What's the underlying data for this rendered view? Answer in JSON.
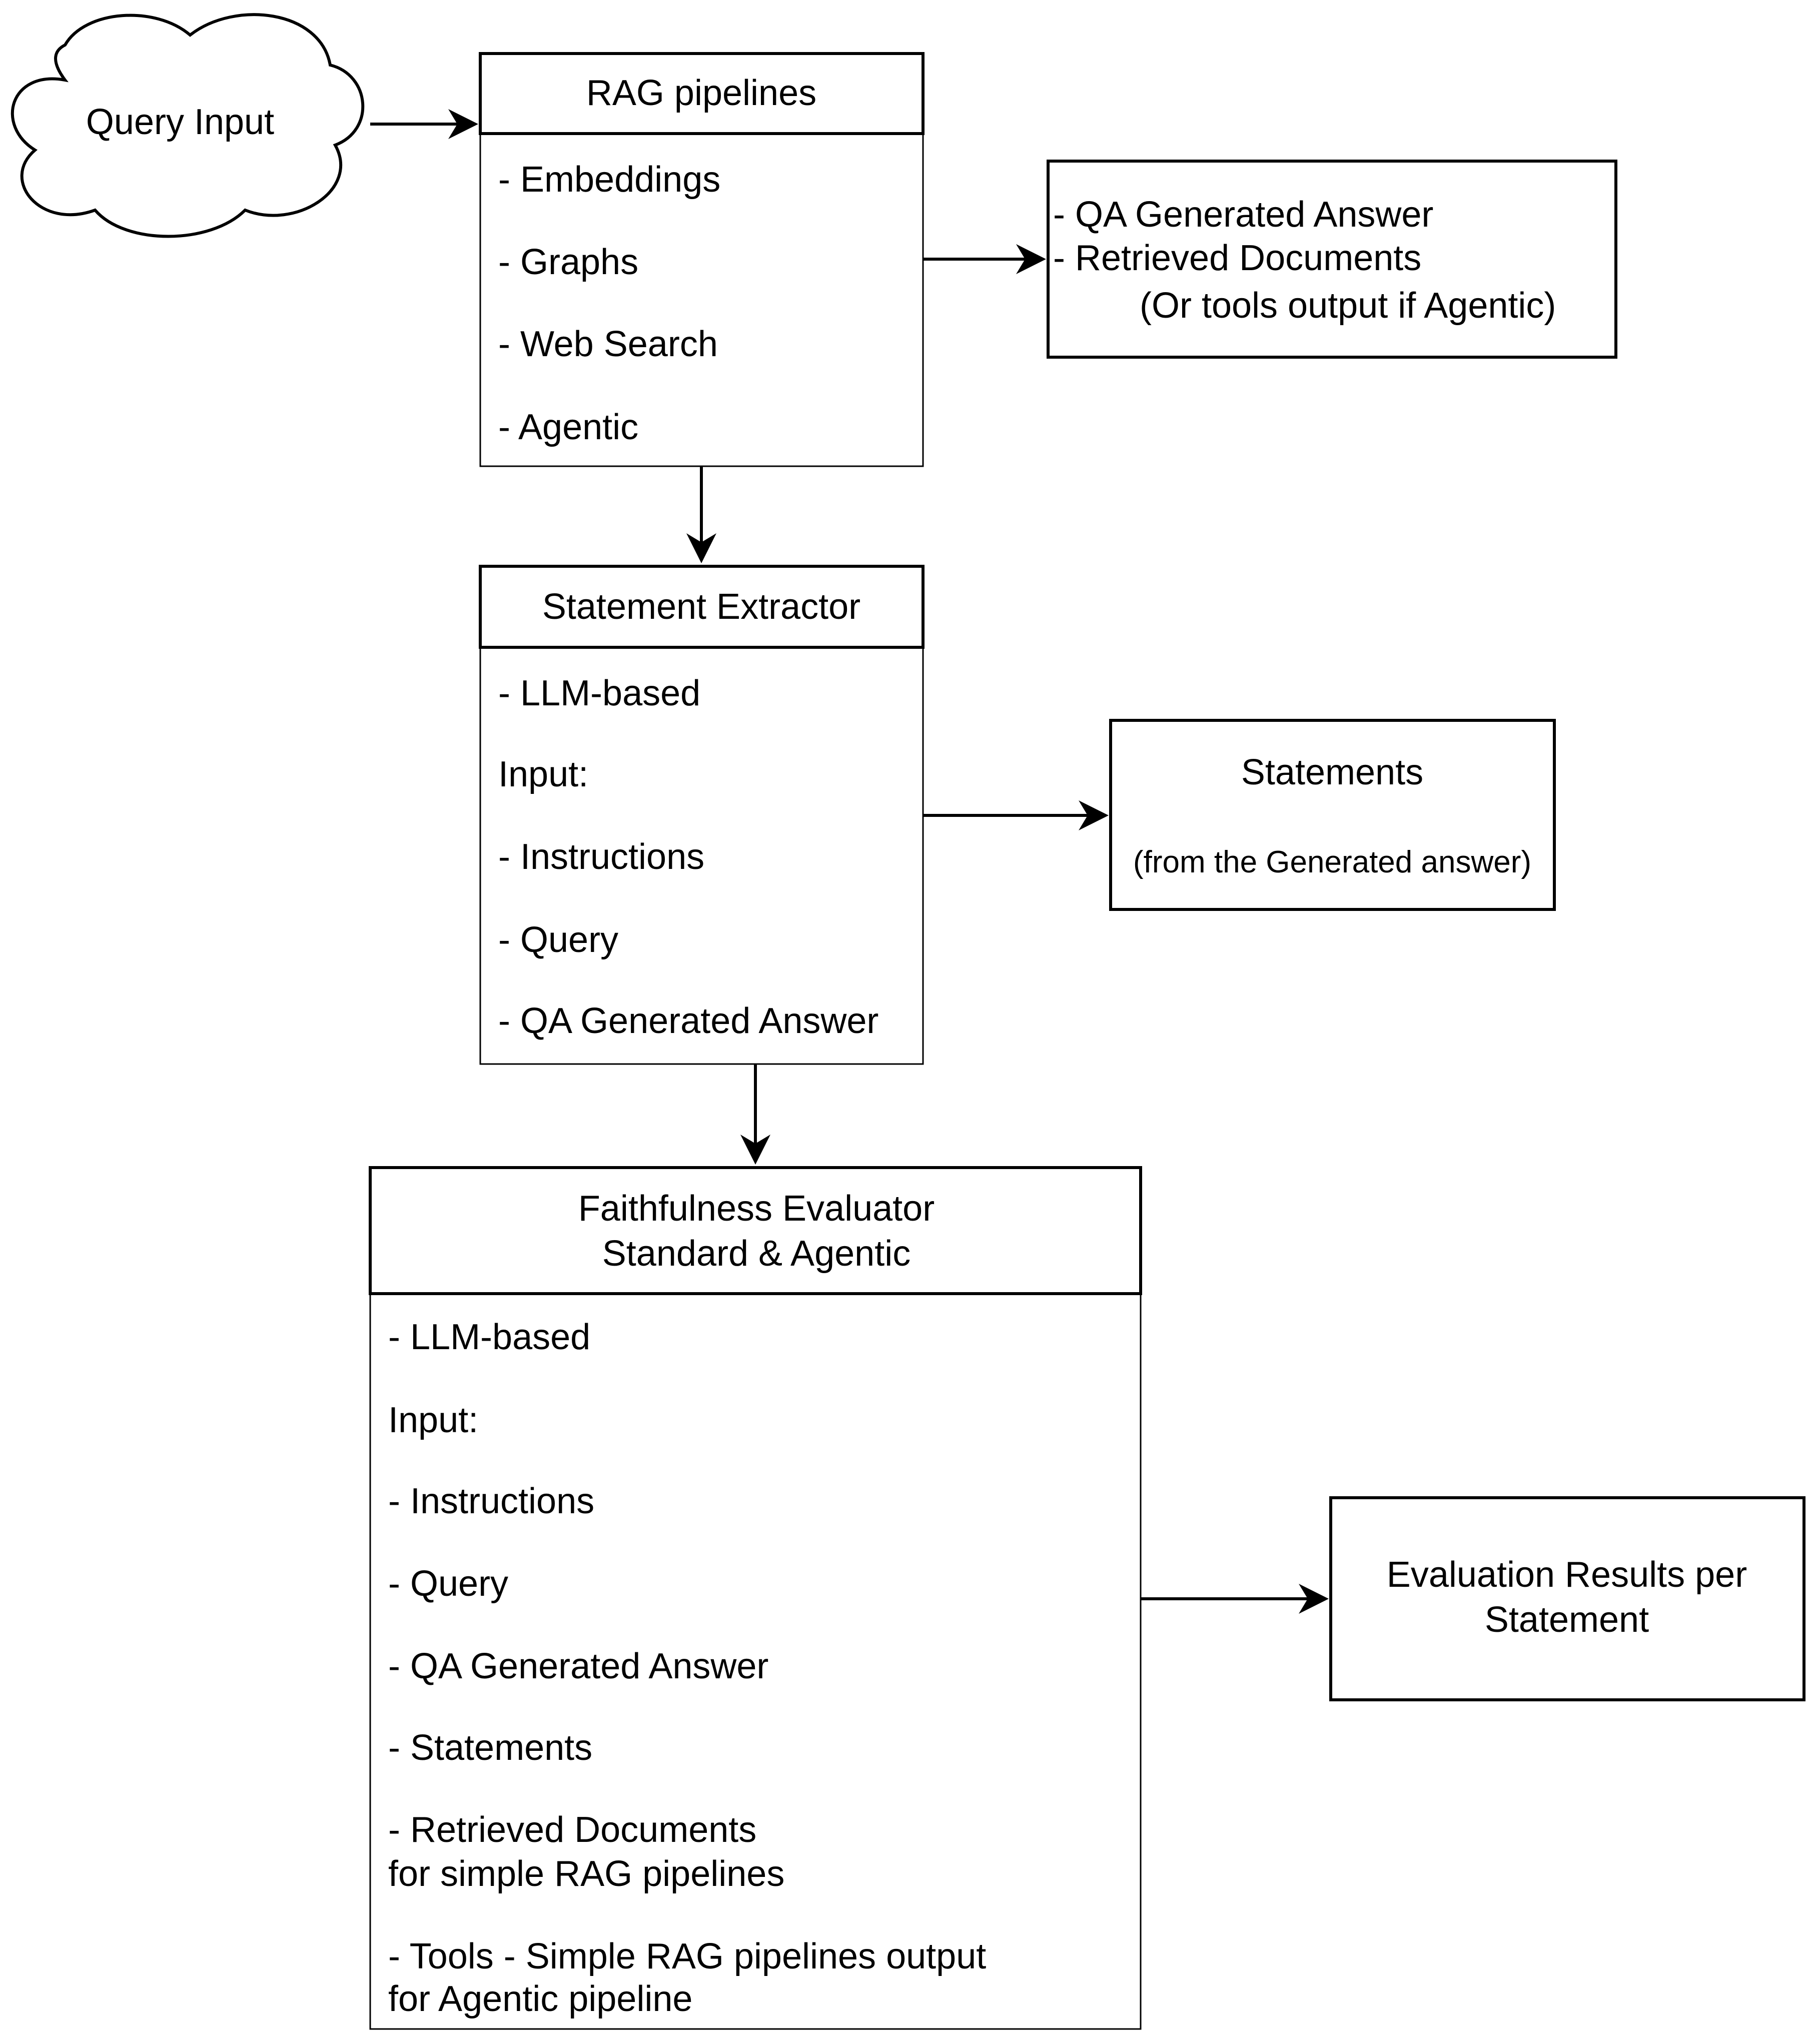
{
  "cloud": {
    "label": "Query Input"
  },
  "rag": {
    "title": "RAG pipelines",
    "items": [
      "- Embeddings",
      "- Graphs",
      "- Web Search",
      "- Agentic"
    ]
  },
  "qa_output": {
    "lines": [
      "- QA Generated Answer",
      "- Retrieved Documents",
      "(Or tools output if Agentic)"
    ]
  },
  "extractor": {
    "title": "Statement Extractor",
    "items": [
      "- LLM-based",
      "Input:",
      "- Instructions",
      "- Query",
      "- QA Generated Answer"
    ]
  },
  "statements": {
    "title": "Statements",
    "subtitle": "(from the Generated answer)"
  },
  "evaluator": {
    "title_line1": "Faithfulness Evaluator",
    "title_line2": "Standard & Agentic",
    "items": [
      "- LLM-based",
      "Input:",
      "- Instructions",
      "- Query",
      "- QA Generated Answer",
      "- Statements",
      "- Retrieved Documents",
      "for simple RAG pipelines",
      "- Tools - Simple RAG pipelines output",
      "for Agentic pipeline"
    ]
  },
  "results": {
    "line1": "Evaluation Results per",
    "line2": "Statement"
  }
}
